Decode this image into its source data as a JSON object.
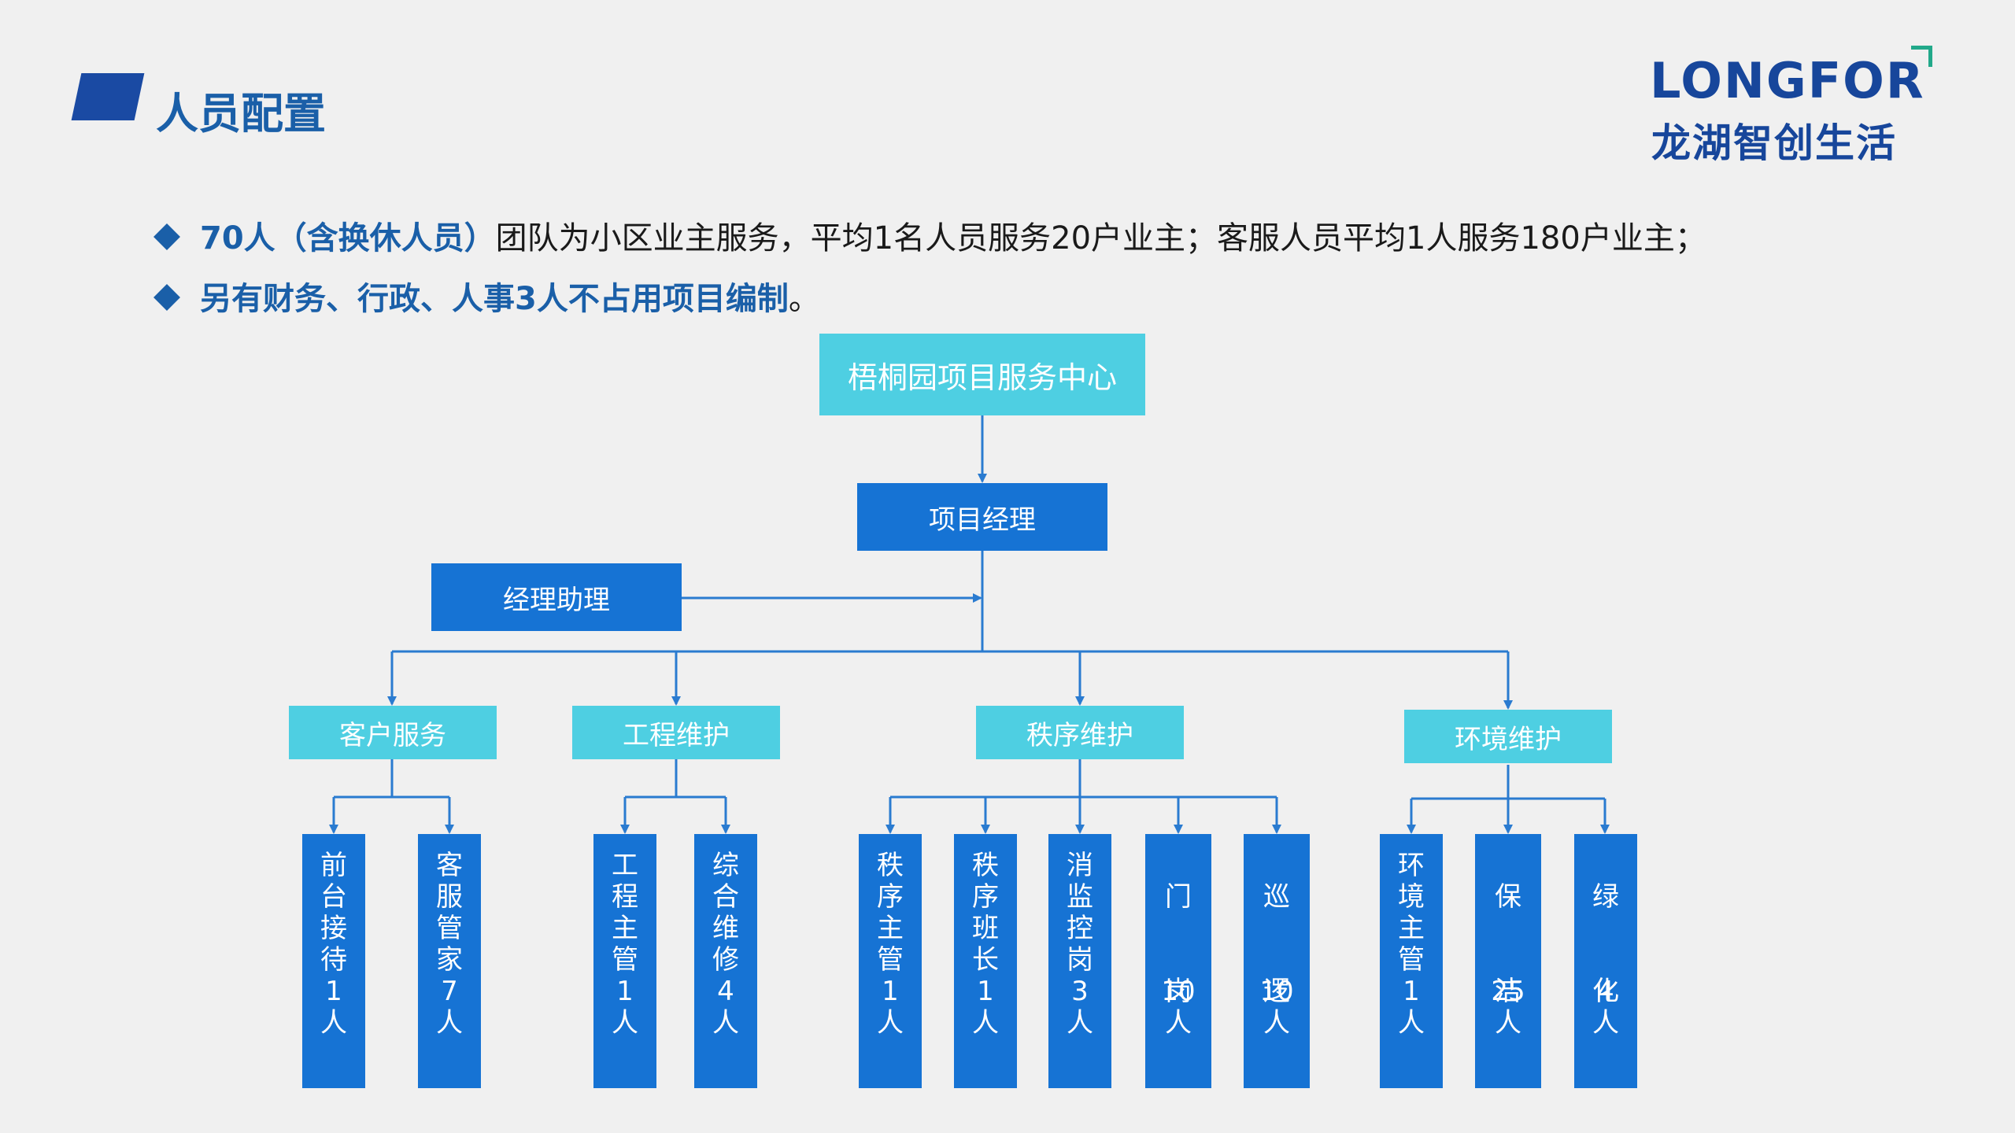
{
  "header": {
    "title": "人员配置",
    "logo_en": "LONGFOR",
    "logo_cn": "龙湖智创生活"
  },
  "bullets": [
    {
      "highlight": "70人（含换休人员）",
      "text": "团队为小区业主服务，平均1名人员服务20户业主；客服人员平均1人服务180户业主；"
    },
    {
      "highlight": "另有财务、行政、人事3人不占用项目编制",
      "text": "。"
    }
  ],
  "org": {
    "root": "梧桐园项目服务中心",
    "manager": "项目经理",
    "assistant": "经理助理",
    "departments": [
      {
        "name": "客户服务",
        "roles": [
          {
            "name": "前台接待",
            "count": "1",
            "unit": "人"
          },
          {
            "name": "客服管家",
            "count": "7",
            "unit": "人"
          }
        ]
      },
      {
        "name": "工程维护",
        "roles": [
          {
            "name": "工程主管",
            "count": "1",
            "unit": "人"
          },
          {
            "name": "综合维修",
            "count": "4",
            "unit": "人"
          }
        ]
      },
      {
        "name": "秩序维护",
        "roles": [
          {
            "name": "秩序主管",
            "count": "1",
            "unit": "人"
          },
          {
            "name": "秩序班长",
            "count": "1",
            "unit": "人"
          },
          {
            "name": "消监控岗",
            "count": "3",
            "unit": "人"
          },
          {
            "name": "门岗",
            "count": "10",
            "unit": "人"
          },
          {
            "name": "巡逻",
            "count": "10",
            "unit": "人"
          }
        ]
      },
      {
        "name": "环境维护",
        "roles": [
          {
            "name": "环境主管",
            "count": "1",
            "unit": "人"
          },
          {
            "name": "保洁",
            "count": "25",
            "unit": "人"
          },
          {
            "name": "绿化",
            "count": "4",
            "unit": "人"
          }
        ]
      }
    ]
  },
  "colors": {
    "primary": "#1673d4",
    "accent": "#4ecfe2",
    "title": "#1a5fa8",
    "line": "#2a7bd0",
    "background": "#f0f0f0"
  }
}
